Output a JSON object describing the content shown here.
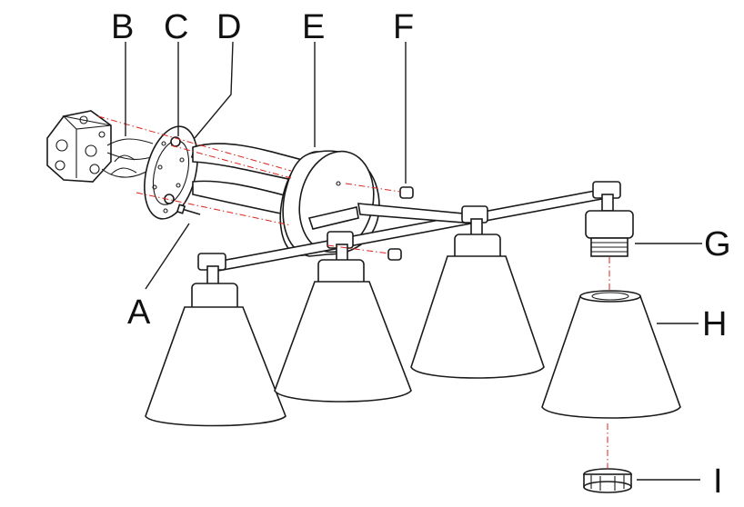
{
  "labels": {
    "A": "A",
    "B": "B",
    "C": "C",
    "D": "D",
    "E": "E",
    "F": "F",
    "G": "G",
    "H": "H",
    "I": "I"
  },
  "colors": {
    "line": "#1a1a1a",
    "alignment_dash": "#d9241b",
    "background": "#ffffff"
  }
}
